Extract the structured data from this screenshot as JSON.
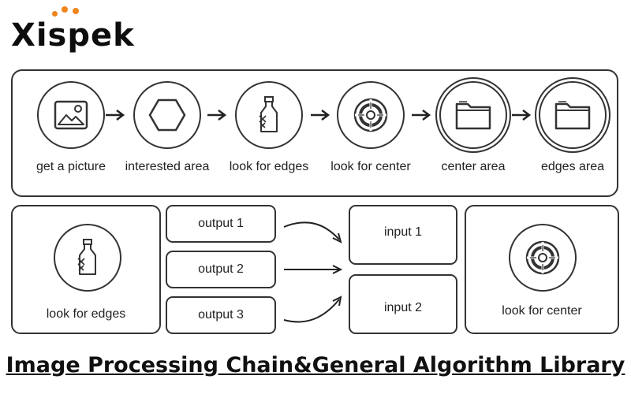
{
  "brand": {
    "name": "Xispek",
    "dot_color": "#f0841c"
  },
  "pipeline": {
    "steps": [
      {
        "label": "get a picture",
        "icon": "picture-icon"
      },
      {
        "label": "interested area",
        "icon": "hexagon-icon"
      },
      {
        "label": "look for edges",
        "icon": "bottle-icon"
      },
      {
        "label": "look for center",
        "icon": "target-icon"
      },
      {
        "label": "center area",
        "icon": "folder-icon"
      },
      {
        "label": "edges area",
        "icon": "folder-icon"
      }
    ]
  },
  "library": {
    "left_tool": {
      "label": "look for edges",
      "icon": "bottle-icon"
    },
    "outputs": [
      "output  1",
      "output  2",
      "output  3"
    ],
    "inputs": [
      "input 1",
      "input 2"
    ],
    "right_tool": {
      "label": "look for center",
      "icon": "target-icon"
    }
  },
  "footer": {
    "title": "Image Processing Chain&General Algorithm Library"
  }
}
